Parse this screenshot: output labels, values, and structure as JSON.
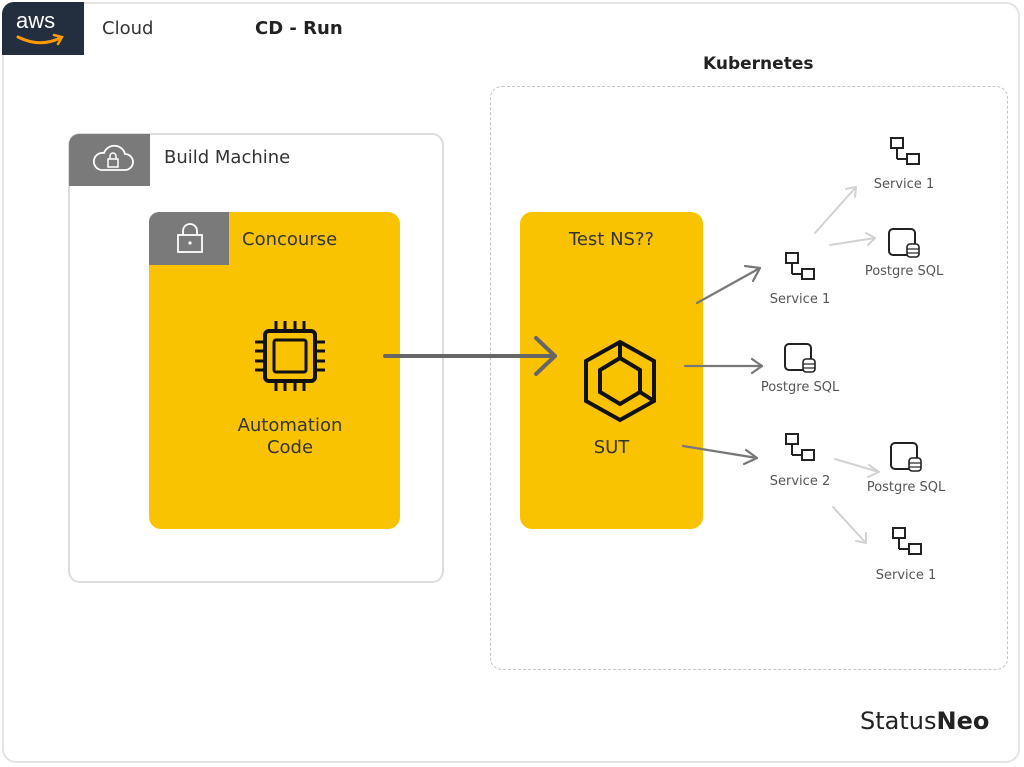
{
  "header": {
    "logo_text": "aws",
    "cloud_label": "Cloud",
    "title": "CD - Run"
  },
  "build_machine": {
    "label": "Build Machine"
  },
  "concourse": {
    "label": "Concourse",
    "automation_label": "Automation Code"
  },
  "kubernetes": {
    "label": "Kubernetes",
    "test_ns": {
      "label": "Test NS??",
      "sut_label": "SUT"
    },
    "nodes": {
      "service1": "Service 1",
      "service1_child_service": "Service 1",
      "service1_child_db": "Postgre SQL",
      "postgres_mid": "Postgre SQL",
      "service2": "Service 2",
      "service2_child_db": "Postgre SQL",
      "service2_child_service": "Service 1"
    }
  },
  "brand": {
    "part1": "Status",
    "part2": "Neo"
  },
  "colors": {
    "accent_yellow": "#f9c301",
    "tab_gray": "#7a7a7a",
    "aws_dark": "#232f3e",
    "arrow_dark": "#666666",
    "arrow_light": "#d0d0d0"
  }
}
